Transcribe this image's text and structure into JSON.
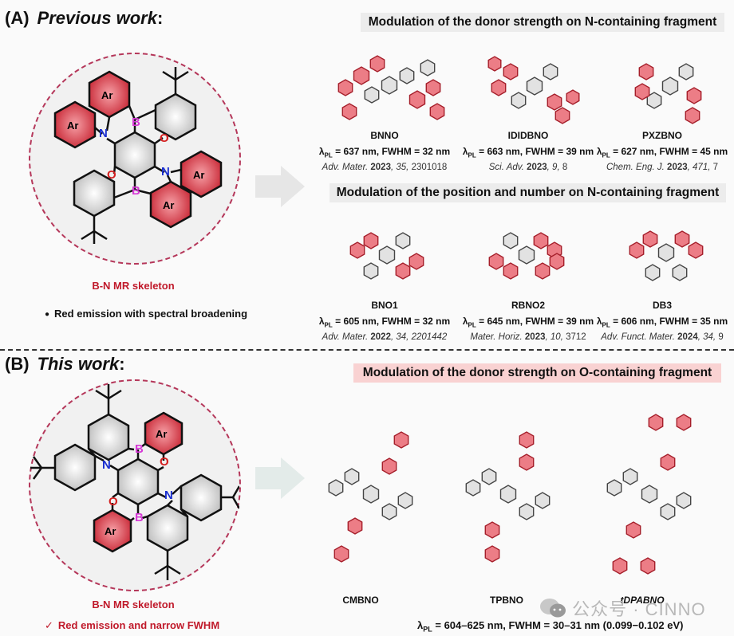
{
  "sectionA": {
    "label": "(A)",
    "title": "Previous work",
    "colon": ":",
    "skeleton_caption": "B-N MR skeleton",
    "bullet_glyph": "●",
    "bullet_text": "Red emission with spectral broadening",
    "topic1": "Modulation of  the donor strength on N-containing fragment",
    "topic2": "Modulation of the position and number on N-containing fragment",
    "molecules_row1": [
      {
        "name": "BNNO",
        "lambda": "637 nm",
        "fwhm": "32 nm",
        "ref_journal": "Adv. Mater.",
        "ref_year": "2023",
        "ref_vol": "35",
        "ref_page": "2301018"
      },
      {
        "name": "IDIDBNO",
        "lambda": "663 nm",
        "fwhm": "39 nm",
        "ref_journal": "Sci. Adv.",
        "ref_year": "2023",
        "ref_vol": "9",
        "ref_page": "8"
      },
      {
        "name": "PXZBNO",
        "lambda": "627 nm",
        "fwhm": "45 nm",
        "ref_journal": "Chem. Eng. J.",
        "ref_year": "2023",
        "ref_vol": "471",
        "ref_page": "7"
      }
    ],
    "molecules_row2": [
      {
        "name": "BNO1",
        "lambda": "605 nm",
        "fwhm": "32 nm",
        "ref_journal": "Adv. Mater.",
        "ref_year": "2022",
        "ref_vol": "34",
        "ref_page": "2201442"
      },
      {
        "name": "RBNO2",
        "lambda": "645 nm",
        "fwhm": "39 nm",
        "ref_journal": "Mater. Horiz.",
        "ref_year": "2023",
        "ref_vol": "10",
        "ref_page": "3712"
      },
      {
        "name": "DB3",
        "lambda": "606 nm",
        "fwhm": "35 nm",
        "ref_journal": "Adv. Funct. Mater.",
        "ref_year": "2024",
        "ref_vol": "34",
        "ref_page": "9"
      }
    ]
  },
  "sectionB": {
    "label": "(B)",
    "title": "This work",
    "colon": ":",
    "skeleton_caption": "B-N MR skeleton",
    "check_glyph": "✓",
    "check_text": "Red emission and narrow FWHM",
    "topic": "Modulation of the donor strength on O-containing fragment",
    "molecules": [
      {
        "name": "CMBNO"
      },
      {
        "name": "TPBNO"
      },
      {
        "name": "tDPABNO"
      }
    ],
    "summary_prefix": "λ",
    "summary_sub": "PL",
    "summary_text": " = 604–625 nm, FWHM = 30–31 nm (0.099−0.102 eV)"
  },
  "labels": {
    "lambda": "λ",
    "lambda_sub": "PL",
    "fwhm_label": "FWHM",
    "atom_B": "B",
    "atom_N": "N",
    "atom_O": "O",
    "aryl": "Ar"
  },
  "watermark": {
    "icon": "wechat-icon",
    "text": "公众号 · CINNO"
  },
  "colors": {
    "accent_red": "#c0192a",
    "ring_red": "#e0505e",
    "boron": "#d63ad6",
    "nitrogen": "#1a2fd0",
    "oxygen": "#d42020",
    "topic_gray": "#ececec",
    "topic_pink": "#f9d2d2"
  }
}
